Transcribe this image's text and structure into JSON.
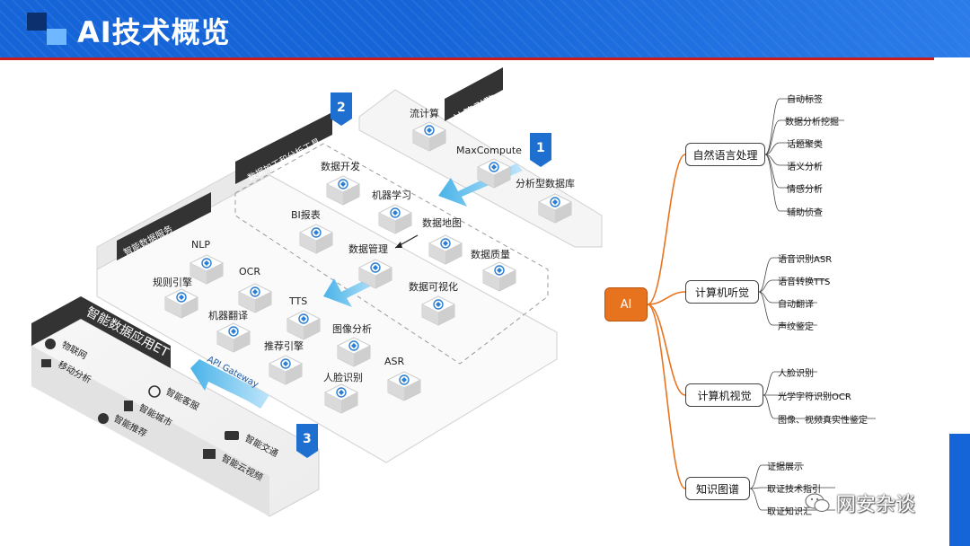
{
  "header": {
    "title": "AI技术概览",
    "brand_color": "#1565d8",
    "accent_line": "#c81e1e"
  },
  "iso": {
    "compute_engine": {
      "title": "计算引擎",
      "badge": "1",
      "items": {
        "stream": "流计算",
        "maxcompute": "MaxCompute",
        "analytic_db": "分析型数据库"
      }
    },
    "data_tools": {
      "title": "数据加工和分析工具",
      "badge": "2",
      "items": {
        "dev": "数据开发",
        "ml": "机器学习",
        "bi": "BI报表",
        "datamap": "数据地图",
        "manage": "数据管理",
        "quality": "数据质量",
        "viz": "数据可视化"
      }
    },
    "data_services": {
      "title": "智能数据服务",
      "items": {
        "nlp": "NLP",
        "rules": "规则引擎",
        "ocr": "OCR",
        "tts": "TTS",
        "mt": "机器翻译",
        "image": "图像分析",
        "rec": "推荐引擎",
        "asr": "ASR",
        "face": "人脸识别"
      },
      "gateway": "API Gateway"
    },
    "applications": {
      "title": "智能数据应用ET",
      "badge": "3",
      "items": {
        "iot": "物联网",
        "mobile": "移动分析",
        "support": "智能客服",
        "city": "智能城市",
        "recommend": "智能推荐",
        "traffic": "智能交通",
        "video": "智能云视频"
      }
    },
    "accent": "#2a7fd4"
  },
  "mindmap": {
    "root": "AI",
    "root_color": "#e8731f",
    "branches": [
      {
        "label": "自然语言处理",
        "leaves": [
          "自动标签",
          "数据分析挖掘",
          "话题聚类",
          "语义分析",
          "情感分析",
          "辅助侦查"
        ]
      },
      {
        "label": "计算机听觉",
        "leaves": [
          "语音识别ASR",
          "语音转换TTS",
          "自动翻译",
          "声纹鉴定"
        ]
      },
      {
        "label": "计算机视觉",
        "leaves": [
          "人脸识别",
          "光学字符识别OCR",
          "图像、视频真实性鉴定"
        ]
      },
      {
        "label": "知识图谱",
        "leaves": [
          "证据展示",
          "取证技术指引",
          "取证知识汇"
        ]
      }
    ]
  },
  "watermark": {
    "text": "网安杂谈",
    "icon": "wechat-icon"
  }
}
